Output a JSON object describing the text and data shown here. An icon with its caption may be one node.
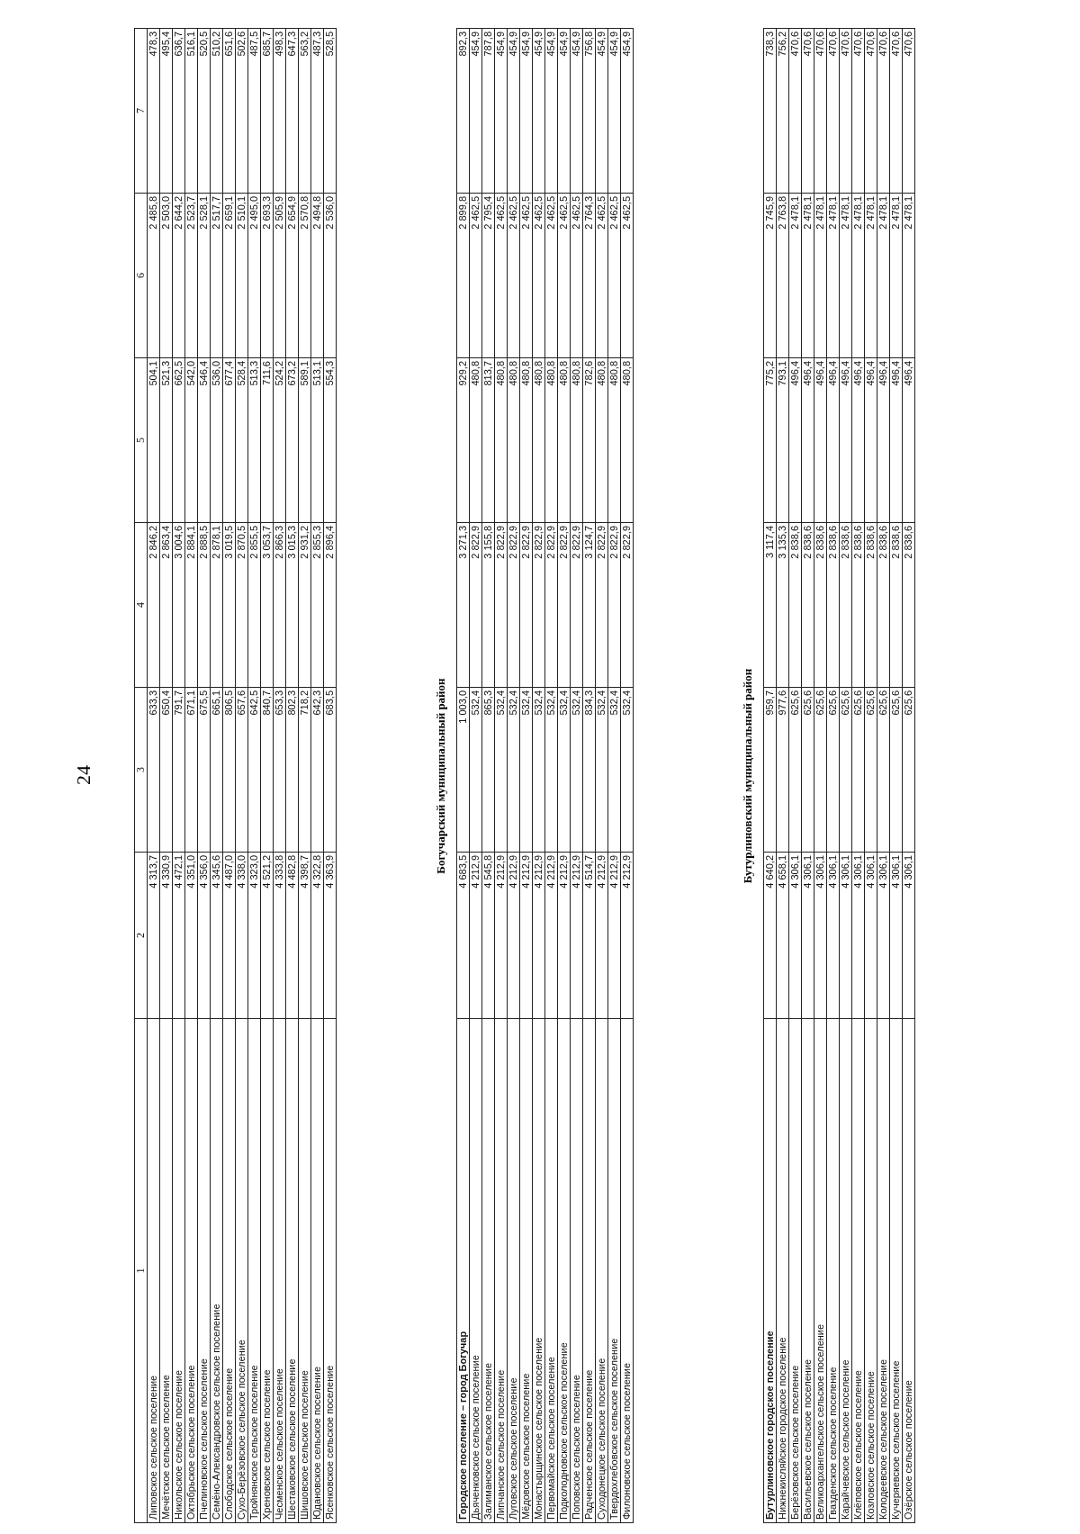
{
  "diagram": {
    "labels": [
      "24",
      "1",
      "2",
      "3",
      "4",
      "5",
      "6",
      "7",
      "Липовское сельское поселение",
      "4 313,7",
      "633,3",
      "2 846,2",
      "504,1",
      "2 485,8",
      "478,3",
      "Мечётское сельское поселение",
      "4 330,9",
      "650,4",
      "2 863,4",
      "521,3",
      "2 503,0",
      "495,4",
      "Никольское сельское поселение",
      "4 472,1",
      "791,7",
      "3 004,6",
      "662,5",
      "2 644,2",
      "636,7",
      "Октябрьское сельское поселение",
      "4 351,0",
      "671,1",
      "2 884,1",
      "542,0",
      "2 523,7",
      "516,1",
      "Пчелиновское сельское поселение",
      "4 356,0",
      "675,5",
      "2 888,5",
      "546,4",
      "2 528,1",
      "520,5",
      "Семёно-Александровское сельское поселение",
      "4 345,6",
      "665,1",
      "2 878,1",
      "536,0",
      "2 517,7",
      "510,2",
      "Слободское сельское поселение",
      "4 487,0",
      "806,5",
      "3 019,5",
      "677,4",
      "2 659,1",
      "651,6",
      "Сухо-Берёзовское сельское поселение",
      "4 338,0",
      "657,6",
      "2 870,5",
      "528,4",
      "2 510,1",
      "502,6",
      "Тройнянское сельское поселение",
      "4 323,0",
      "642,5",
      "2 855,5",
      "513,3",
      "2 495,0",
      "487,5",
      "Хреновское сельское поселение",
      "4 521,2",
      "840,7",
      "3 053,7",
      "711,6",
      "2 693,3",
      "685,7",
      "Чесменское сельское поселение",
      "4 333,8",
      "653,3",
      "2 866,3",
      "524,2",
      "2 505,9",
      "498,3",
      "Шестаковское сельское поселение",
      "4 482,8",
      "802,3",
      "3 015,3",
      "673,2",
      "2 654,9",
      "647,3",
      "Шишовское сельское поселение",
      "4 398,7",
      "718,2",
      "2 931,2",
      "589,1",
      "2 570,8",
      "563,2",
      "Юдановское сельское поселение",
      "4 322,8",
      "642,3",
      "2 855,3",
      "513,1",
      "2 494,8",
      "487,3",
      "Ясенковское сельское поселение",
      "4 363,9",
      "683,5",
      "2 896,4",
      "554,3",
      "2 536,0",
      "528,5",
      "Богучарский муниципальный район",
      "Городское поселение – город Богучар",
      "4 683,5",
      "1 003,0",
      "3 271,3",
      "929,2",
      "2 899,8",
      "892,3",
      "Дьяченковское сельское поселение",
      "4 212,9",
      "532,4",
      "2 822,9",
      "480,8",
      "2 462,5",
      "454,9",
      "Залиманское сельское поселение",
      "4 545,8",
      "865,3",
      "3 155,8",
      "813,7",
      "2 795,4",
      "787,8",
      "Липчанское сельское поселение",
      "4 212,9",
      "532,4",
      "2 822,9",
      "480,8",
      "2 462,5",
      "454,9",
      "Луговское сельское поселение",
      "4 212,9",
      "532,4",
      "2 822,9",
      "480,8",
      "2 462,5",
      "454,9",
      "Мёдовское сельское поселение",
      "4 212,9",
      "532,4",
      "2 822,9",
      "480,8",
      "2 462,5",
      "454,9",
      "Монастырщинское сельское поселение",
      "4 212,9",
      "532,4",
      "2 822,9",
      "480,8",
      "2 462,5",
      "454,9",
      "Первомайское сельское поселение",
      "4 212,9",
      "532,4",
      "2 822,9",
      "480,8",
      "2 462,5",
      "454,9",
      "Подколодновское сельское поселение",
      "4 212,9",
      "532,4",
      "2 822,9",
      "480,8",
      "2 462,5",
      "454,9",
      "Поповское сельское поселение",
      "4 212,9",
      "532,4",
      "2 822,9",
      "480,8",
      "2 462,5",
      "454,9",
      "Радченское сельское поселение",
      "4 514,7",
      "834,3",
      "3 124,7",
      "782,6",
      "2 764,3",
      "756,8",
      "Суходонецкое сельское поселение",
      "4 212,9",
      "532,4",
      "2 822,9",
      "480,8",
      "2 462,5",
      "454,9",
      "Твердохлебовское сельское поселение",
      "4 212,9",
      "532,4",
      "2 822,9",
      "480,8",
      "2 462,5",
      "454,9",
      "Филоновское сельское поселение",
      "4 212,9",
      "532,4",
      "2 822,9",
      "480,8",
      "2 462,5",
      "454,9",
      "Бутурлиновский муниципальный район",
      "Бутурлиновское городское поселение",
      "4 640,2",
      "959,7",
      "3 117,4",
      "775,2",
      "2 745,9",
      "738,3",
      "Нижнекисляйское городское поселение",
      "4 658,1",
      "977,6",
      "3 135,3",
      "793,1",
      "2 763,8",
      "756,2",
      "Берёзовское сельское поселение",
      "4 306,1",
      "625,6",
      "2 838,6",
      "496,4",
      "2 478,1",
      "470,6",
      "Васильевское сельское поселение",
      "4 306,1",
      "625,6",
      "2 838,6",
      "496,4",
      "2 478,1",
      "470,6",
      "Великоархангельское сельское поселение",
      "4 306,1",
      "625,6",
      "2 838,6",
      "496,4",
      "2 478,1",
      "470,6",
      "Гвазденское сельское поселение",
      "4 306,1",
      "625,6",
      "2 838,6",
      "496,4",
      "2 478,1",
      "470,6",
      "Карайчевское сельское поселение",
      "4 306,1",
      "625,6",
      "2 838,6",
      "496,4",
      "2 478,1",
      "470,6",
      "Клёповское сельское поселение",
      "4 306,1",
      "625,6",
      "2 838,6",
      "496,4",
      "2 478,1",
      "470,6",
      "Козловское сельское поселение",
      "4 306,1",
      "625,6",
      "2 838,6",
      "496,4",
      "2 478,1",
      "470,6",
      "Колодеевское сельское поселение",
      "4 306,1",
      "625,6",
      "2 838,6",
      "496,4",
      "2 478,1",
      "470,6",
      "Кучеряевское сельское поселение",
      "4 306,1",
      "625,6",
      "2 838,6",
      "496,4",
      "2 478,1",
      "470,6",
      "Озёрское сельское поселение",
      "4 306,1",
      "625,6",
      "2 838,6",
      "496,4",
      "2 478,1",
      "470,6"
    ]
  }
}
